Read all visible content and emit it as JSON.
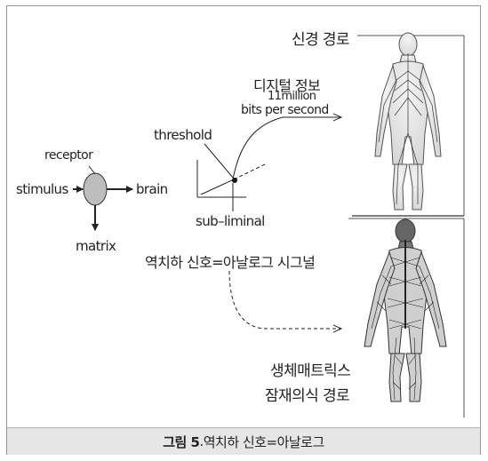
{
  "labels": {
    "neural_path": "신경 경로",
    "digital_info": "디지털 정보",
    "million": "11million",
    "bits_per_second": "bits per second",
    "threshold": "threshold",
    "receptor": "receptor",
    "stimulus": "stimulus",
    "brain": "brain",
    "matrix": "matrix",
    "subliminal": "sub–liminal",
    "subliminal_signal": "역치하 신호=아날로그 시그널",
    "biomatrix": "생체매트릭스",
    "subconscious_path": "잠재의식 경로"
  },
  "caption": {
    "figure_label": "그림 5",
    "period": ".",
    "text": " 역치하 신호=아날로그"
  },
  "colors": {
    "caption_background": "#e6e6e6",
    "receptor_fill": "#bdbdbd",
    "line": "#222222"
  }
}
